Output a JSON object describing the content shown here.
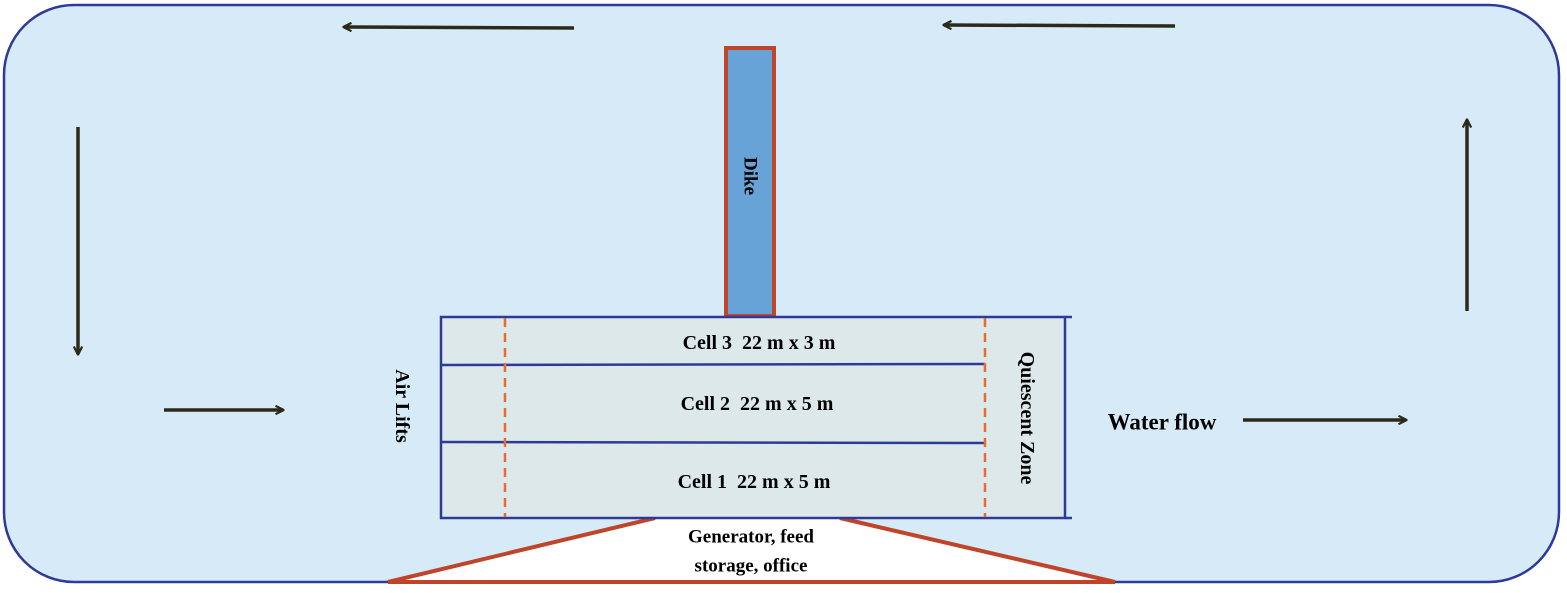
{
  "labels": {
    "dike": "Dike",
    "air_lifts": "Air Lifts",
    "quiescent_zone": "Quiescent Zone",
    "water_flow": "Water flow",
    "cell3": "Cell 3  22 m x 3 m",
    "cell2": "Cell 2  22 m x 5 m",
    "cell1": "Cell 1  22 m x 5 m",
    "facility_line1": "Generator, feed",
    "facility_line2": "storage, office"
  },
  "colors": {
    "water": "#d6ebf7",
    "pond_border": "#2e3a9a",
    "dike_fill": "#68a3d7",
    "dike_border": "#c0442a",
    "raceway_fill": "#dde8ea",
    "raceway_border": "#2e3a9a",
    "dashed_line": "#ee6a2c",
    "facility_border": "#c0442a",
    "arrow": "#2b2a1a"
  },
  "icons": [
    "arrow-left-icon",
    "arrow-right-icon",
    "arrow-up-icon",
    "arrow-down-icon"
  ]
}
